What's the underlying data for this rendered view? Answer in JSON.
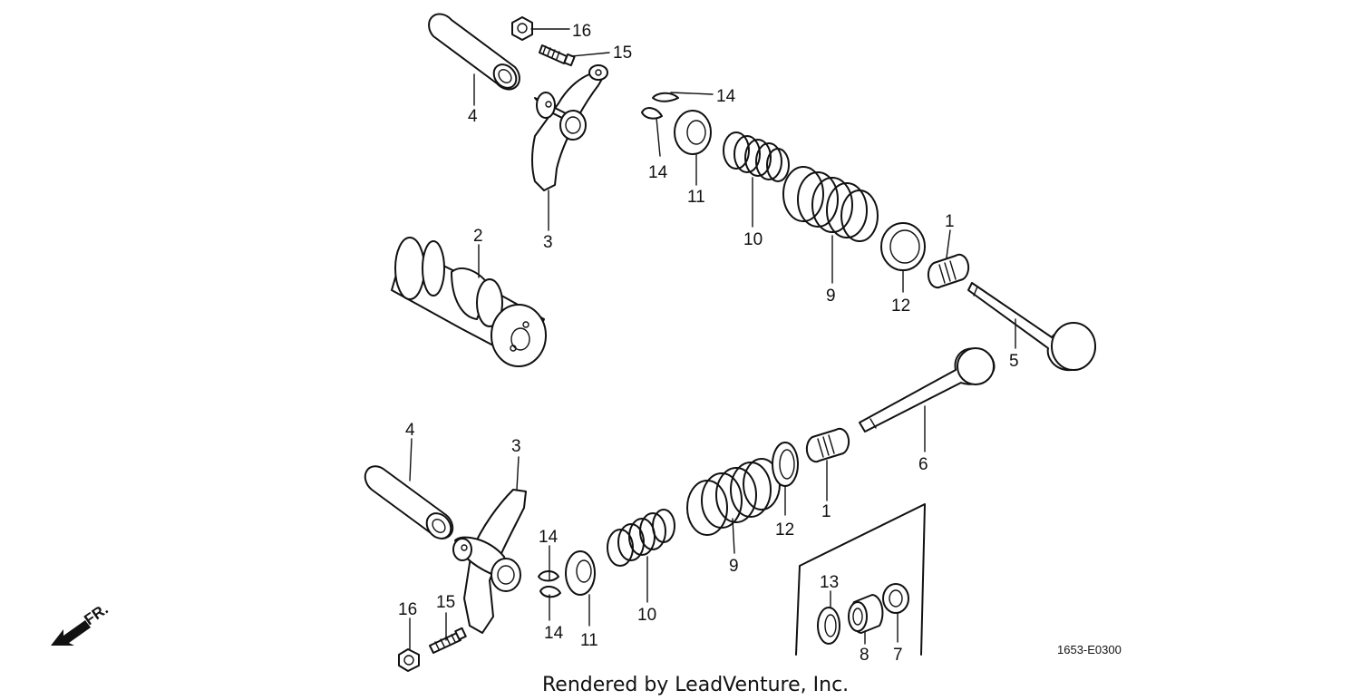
{
  "callouts": {
    "c16a": "16",
    "c15a": "15",
    "c14a": "14",
    "c4a": "4",
    "c14b": "14",
    "c11a": "11",
    "c3a": "3",
    "c10a": "10",
    "c2": "2",
    "c1a": "1",
    "c9a": "9",
    "c12a": "12",
    "c5": "5",
    "c4b": "4",
    "c3b": "3",
    "c6": "6",
    "c12b": "12",
    "c1b": "1",
    "c9b": "9",
    "c14c": "14",
    "c14d": "14",
    "c11b": "11",
    "c10b": "10",
    "c16b": "16",
    "c15b": "15",
    "c13": "13",
    "c8": "8",
    "c7": "7"
  },
  "diagram_code": "1653-E0300",
  "credit": "Rendered by LeadVenture, Inc.",
  "front_indicator": "FR."
}
